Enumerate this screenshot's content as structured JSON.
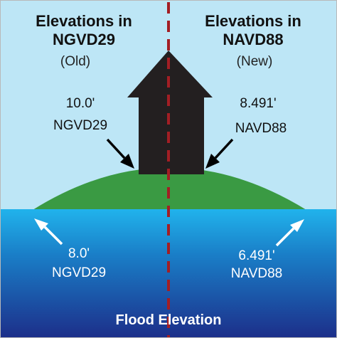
{
  "left": {
    "title_line1": "Elevations in",
    "title_line2": "NGVD29",
    "subtitle": "(Old)",
    "house_elevation": "10.0'",
    "house_datum": "NGVD29",
    "flood_elevation": "8.0'",
    "flood_datum": "NGVD29"
  },
  "right": {
    "title_line1": "Elevations in",
    "title_line2": "NAVD88",
    "subtitle": "(New)",
    "house_elevation": "8.491'",
    "house_datum": "NAVD88",
    "flood_elevation": "6.491'",
    "flood_datum": "NAVD88"
  },
  "footer": "Flood Elevation",
  "colors": {
    "sky": "#bde6f6",
    "ground": "#3a9a43",
    "house": "#231f20",
    "water_top": "#21b3ec",
    "water_bottom": "#1c2f8a",
    "divider": "#a31e24",
    "arrow": "#000000",
    "water_arrow": "#ffffff"
  },
  "icons": [
    "house-icon",
    "arrow-icon"
  ]
}
